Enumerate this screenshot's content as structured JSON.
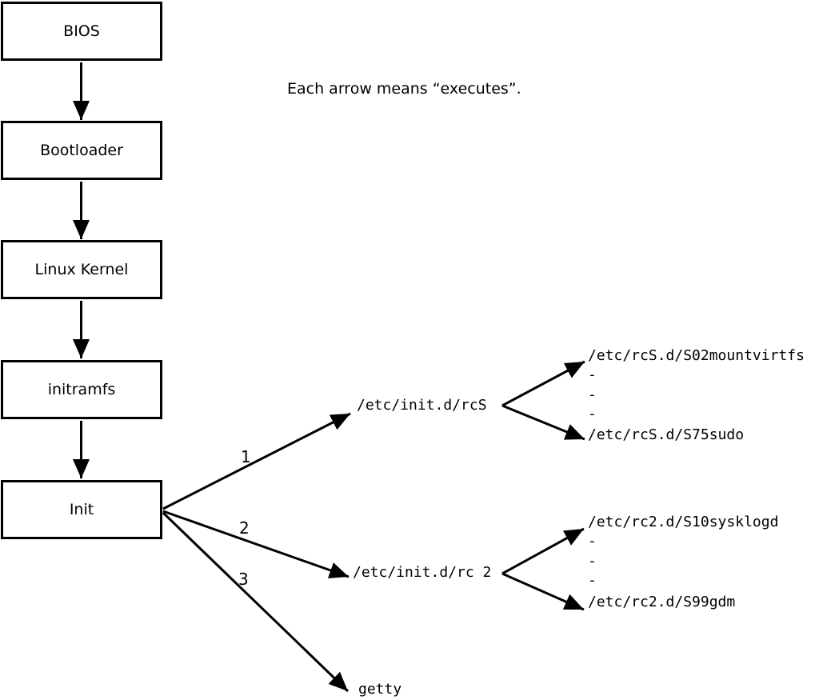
{
  "flow": {
    "note": "Each arrow means “executes”.",
    "boxes": [
      {
        "label": "BIOS"
      },
      {
        "label": "Bootloader"
      },
      {
        "label": "Linux Kernel"
      },
      {
        "label": "initramfs"
      },
      {
        "label": "Init"
      }
    ],
    "branch_numbers": [
      "1",
      "2",
      "3"
    ],
    "targets": {
      "rcs": "/etc/init.d/rcS",
      "rc2": "/etc/init.d/rc 2",
      "getty": "getty"
    },
    "rcs_scripts": [
      "/etc/rcS.d/S02mountvirtfs",
      "-",
      "-",
      "-",
      "/etc/rcS.d/S75sudo"
    ],
    "rc2_scripts": [
      "/etc/rc2.d/S10sysklogd",
      "-",
      "-",
      "-",
      "/etc/rc2.d/S99gdm"
    ],
    "colors": {
      "stroke": "#000000",
      "background": "#ffffff"
    }
  }
}
